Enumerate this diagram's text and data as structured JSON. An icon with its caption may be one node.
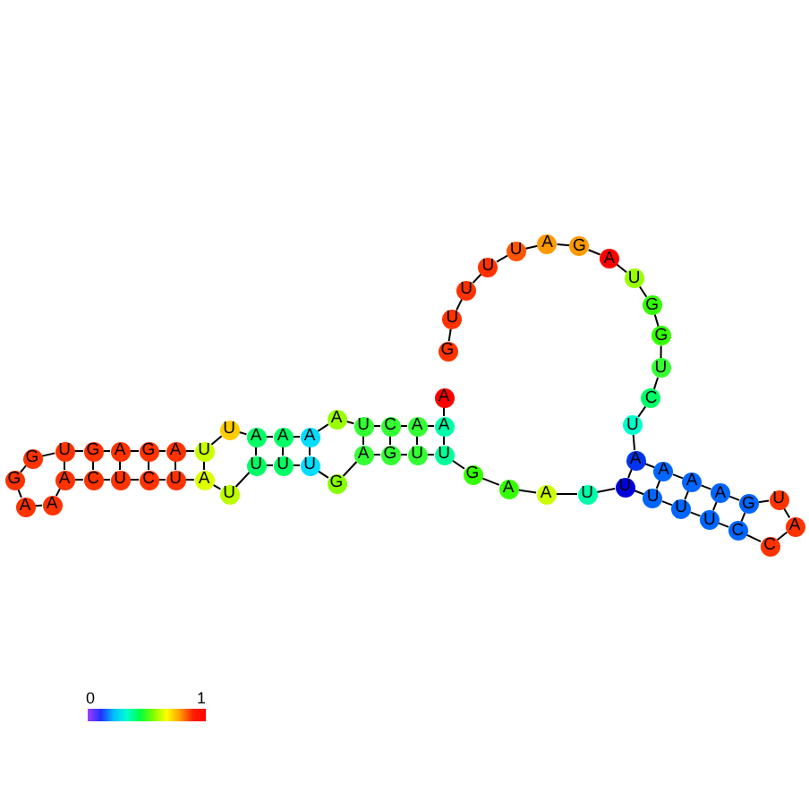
{
  "diagram": {
    "nodes": [
      {
        "text": [
          "G"
        ]
      },
      {
        "text": [
          "U"
        ]
      },
      {
        "text": [
          "U"
        ]
      },
      {
        "text": [
          "U"
        ]
      },
      {
        "text": [
          "U"
        ]
      },
      {
        "text": [
          "A"
        ]
      },
      {
        "text": [
          "G"
        ]
      },
      {
        "text": [
          "A"
        ]
      },
      {
        "text": [
          "U"
        ]
      },
      {
        "text": [
          "G"
        ]
      },
      {
        "text": [
          "G"
        ]
      },
      {
        "text": [
          "U"
        ]
      },
      {
        "text": [
          "C"
        ]
      },
      {
        "text": [
          "U"
        ]
      },
      {
        "text": [
          "A"
        ]
      },
      {
        "text": [
          "A"
        ]
      },
      {
        "text": [
          "A"
        ]
      },
      {
        "text": [
          "A"
        ]
      },
      {
        "text": [
          "G"
        ]
      },
      {
        "text": [
          "U"
        ]
      },
      {
        "text": [
          "A"
        ]
      },
      {
        "text": [
          "C"
        ]
      },
      {
        "text": [
          "C"
        ]
      },
      {
        "text": [
          "U"
        ]
      },
      {
        "text": [
          "U"
        ]
      },
      {
        "text": [
          "U"
        ]
      },
      {
        "text": [
          "U"
        ]
      },
      {
        "text": [
          "U"
        ]
      },
      {
        "text": [
          "A"
        ]
      },
      {
        "text": [
          "A"
        ]
      },
      {
        "text": [
          "G"
        ]
      },
      {
        "text": [
          "U"
        ]
      },
      {
        "text": [
          "U"
        ]
      },
      {
        "text": [
          "G"
        ]
      },
      {
        "text": [
          "A"
        ]
      },
      {
        "text": [
          "G"
        ]
      },
      {
        "text": [
          "U"
        ]
      },
      {
        "text": [
          "U"
        ]
      },
      {
        "text": [
          "U"
        ]
      },
      {
        "text": [
          "U"
        ]
      },
      {
        "text": [
          "A"
        ]
      },
      {
        "text": [
          "U"
        ]
      },
      {
        "text": [
          "C"
        ]
      },
      {
        "text": [
          "U"
        ]
      },
      {
        "text": [
          "C"
        ]
      },
      {
        "text": [
          "A"
        ]
      },
      {
        "text": [
          "A"
        ]
      },
      {
        "text": [
          "A"
        ]
      },
      {
        "text": [
          "G"
        ]
      },
      {
        "text": [
          "G"
        ]
      },
      {
        "text": [
          "U"
        ]
      },
      {
        "text": [
          "G"
        ]
      },
      {
        "text": [
          "A"
        ]
      },
      {
        "text": [
          "G"
        ]
      },
      {
        "text": [
          "A"
        ]
      },
      {
        "text": [
          "U"
        ]
      },
      {
        "text": [
          "U"
        ]
      },
      {
        "text": [
          "A"
        ]
      },
      {
        "text": [
          "A"
        ]
      },
      {
        "text": [
          "A"
        ]
      },
      {
        "text": [
          "A"
        ]
      },
      {
        "text": [
          "U"
        ]
      },
      {
        "text": [
          "C"
        ]
      },
      {
        "text": [
          "A"
        ]
      },
      {
        "text": [
          "A"
        ]
      },
      {
        "text": [
          "A"
        ]
      }
    ],
    "edges": [
      {
        "from": 0,
        "to": 1,
        "arrow": "none"
      },
      {
        "from": 1,
        "to": 2,
        "arrow": "none"
      },
      {
        "from": 2,
        "to": 3,
        "arrow": "none"
      },
      {
        "from": 3,
        "to": 4,
        "arrow": "none"
      },
      {
        "from": 4,
        "to": 5,
        "arrow": "none"
      },
      {
        "from": 5,
        "to": 6,
        "arrow": "none"
      },
      {
        "from": 6,
        "to": 7,
        "arrow": "none"
      },
      {
        "from": 7,
        "to": 8,
        "arrow": "none"
      },
      {
        "from": 8,
        "to": 9,
        "arrow": "none"
      },
      {
        "from": 9,
        "to": 10,
        "arrow": "none"
      },
      {
        "from": 10,
        "to": 11,
        "arrow": "none"
      },
      {
        "from": 11,
        "to": 12,
        "arrow": "none"
      },
      {
        "from": 12,
        "to": 13,
        "arrow": "none"
      },
      {
        "from": 13,
        "to": 14,
        "arrow": "none"
      },
      {
        "from": 14,
        "to": 15,
        "arrow": "none"
      },
      {
        "from": 15,
        "to": 16,
        "arrow": "none"
      },
      {
        "from": 16,
        "to": 17,
        "arrow": "none"
      },
      {
        "from": 17,
        "to": 18,
        "arrow": "none"
      },
      {
        "from": 18,
        "to": 19,
        "arrow": "none"
      },
      {
        "from": 19,
        "to": 20,
        "arrow": "none"
      },
      {
        "from": 20,
        "to": 21,
        "arrow": "none"
      },
      {
        "from": 21,
        "to": 22,
        "arrow": "none"
      },
      {
        "from": 22,
        "to": 23,
        "arrow": "none"
      },
      {
        "from": 23,
        "to": 24,
        "arrow": "none"
      },
      {
        "from": 24,
        "to": 25,
        "arrow": "none"
      },
      {
        "from": 25,
        "to": 26,
        "arrow": "none"
      },
      {
        "from": 26,
        "to": 27,
        "arrow": "none"
      },
      {
        "from": 27,
        "to": 28,
        "arrow": "none"
      },
      {
        "from": 28,
        "to": 29,
        "arrow": "none"
      },
      {
        "from": 29,
        "to": 30,
        "arrow": "none"
      },
      {
        "from": 30,
        "to": 31,
        "arrow": "none"
      },
      {
        "from": 31,
        "to": 32,
        "arrow": "none"
      },
      {
        "from": 32,
        "to": 33,
        "arrow": "none"
      },
      {
        "from": 33,
        "to": 34,
        "arrow": "none"
      },
      {
        "from": 34,
        "to": 35,
        "arrow": "none"
      },
      {
        "from": 35,
        "to": 36,
        "arrow": "none"
      },
      {
        "from": 36,
        "to": 37,
        "arrow": "none"
      },
      {
        "from": 37,
        "to": 38,
        "arrow": "none"
      },
      {
        "from": 38,
        "to": 39,
        "arrow": "none"
      },
      {
        "from": 39,
        "to": 40,
        "arrow": "none"
      },
      {
        "from": 40,
        "to": 41,
        "arrow": "none"
      },
      {
        "from": 41,
        "to": 42,
        "arrow": "none"
      },
      {
        "from": 42,
        "to": 43,
        "arrow": "none"
      },
      {
        "from": 43,
        "to": 44,
        "arrow": "none"
      },
      {
        "from": 44,
        "to": 45,
        "arrow": "none"
      },
      {
        "from": 45,
        "to": 46,
        "arrow": "none"
      },
      {
        "from": 46,
        "to": 47,
        "arrow": "none"
      },
      {
        "from": 47,
        "to": 48,
        "arrow": "none"
      },
      {
        "from": 48,
        "to": 49,
        "arrow": "none"
      },
      {
        "from": 49,
        "to": 50,
        "arrow": "none"
      },
      {
        "from": 50,
        "to": 51,
        "arrow": "none"
      },
      {
        "from": 51,
        "to": 52,
        "arrow": "none"
      },
      {
        "from": 52,
        "to": 53,
        "arrow": "none"
      },
      {
        "from": 53,
        "to": 54,
        "arrow": "none"
      },
      {
        "from": 54,
        "to": 55,
        "arrow": "none"
      },
      {
        "from": 55,
        "to": 56,
        "arrow": "none"
      },
      {
        "from": 56,
        "to": 57,
        "arrow": "none"
      },
      {
        "from": 57,
        "to": 58,
        "arrow": "none"
      },
      {
        "from": 58,
        "to": 59,
        "arrow": "none"
      },
      {
        "from": 59,
        "to": 60,
        "arrow": "none"
      },
      {
        "from": 60,
        "to": 61,
        "arrow": "none"
      },
      {
        "from": 61,
        "to": 62,
        "arrow": "none"
      },
      {
        "from": 62,
        "to": 63,
        "arrow": "none"
      },
      {
        "from": 63,
        "to": 64,
        "arrow": "none"
      },
      {
        "from": 64,
        "to": 65,
        "arrow": "none"
      },
      {
        "from": 40,
        "to": 55,
        "arrow": "none"
      },
      {
        "from": 41,
        "to": 54,
        "arrow": "none"
      },
      {
        "from": 42,
        "to": 53,
        "arrow": "none"
      },
      {
        "from": 43,
        "to": 52,
        "arrow": "none"
      },
      {
        "from": 44,
        "to": 51,
        "arrow": "none"
      },
      {
        "from": 45,
        "to": 50,
        "arrow": "none"
      },
      {
        "from": 57,
        "to": 38,
        "arrow": "none"
      },
      {
        "from": 58,
        "to": 37,
        "arrow": "none"
      },
      {
        "from": 59,
        "to": 36,
        "arrow": "none"
      },
      {
        "from": 61,
        "to": 34,
        "arrow": "none"
      },
      {
        "from": 62,
        "to": 33,
        "arrow": "none"
      },
      {
        "from": 63,
        "to": 32,
        "arrow": "none"
      },
      {
        "from": 64,
        "to": 31,
        "arrow": "none"
      },
      {
        "from": 14,
        "to": 26,
        "arrow": "none"
      },
      {
        "from": 15,
        "to": 25,
        "arrow": "none"
      },
      {
        "from": 16,
        "to": 24,
        "arrow": "none"
      },
      {
        "from": 17,
        "to": 23,
        "arrow": "none"
      },
      {
        "from": 18,
        "to": 22,
        "arrow": "none"
      }
    ],
    "labels": [
      "0",
      "1"
    ]
  }
}
